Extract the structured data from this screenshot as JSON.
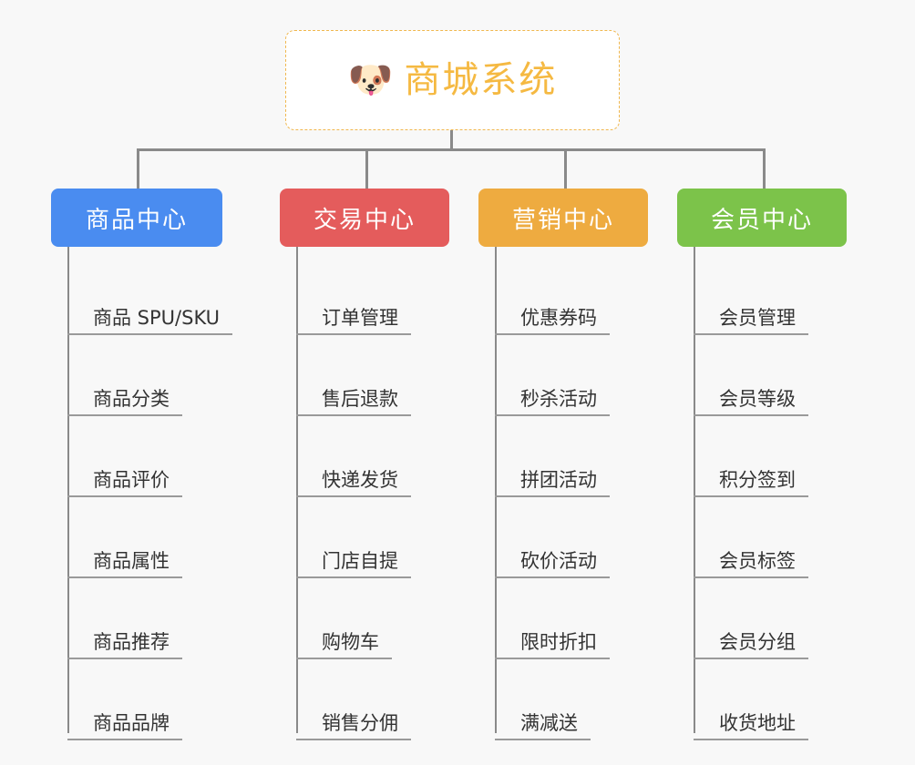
{
  "diagram": {
    "background_color": "#f8f8f8",
    "root": {
      "icon": "dog-face-icon",
      "icon_glyph": "🐶",
      "title": "商城系统",
      "text_color": "#f5b942",
      "border_color": "#f0b74e",
      "fill_color": "#ffffff"
    },
    "connector_color": "#8a8a8a",
    "branches": [
      {
        "label": "商品中心",
        "color": "#4a8cf0",
        "color_name": "blue",
        "items": [
          "商品 SPU/SKU",
          "商品分类",
          "商品评价",
          "商品属性",
          "商品推荐",
          "商品品牌"
        ]
      },
      {
        "label": "交易中心",
        "color": "#e45c5c",
        "color_name": "red",
        "items": [
          "订单管理",
          "售后退款",
          "快递发货",
          "门店自提",
          "购物车",
          "销售分佣"
        ]
      },
      {
        "label": "营销中心",
        "color": "#eeab40",
        "color_name": "amber",
        "items": [
          "优惠券码",
          "秒杀活动",
          "拼团活动",
          "砍价活动",
          "限时折扣",
          "满减送"
        ]
      },
      {
        "label": "会员中心",
        "color": "#7cc34a",
        "color_name": "green",
        "items": [
          "会员管理",
          "会员等级",
          "积分签到",
          "会员标签",
          "会员分组",
          "收货地址"
        ]
      }
    ]
  }
}
